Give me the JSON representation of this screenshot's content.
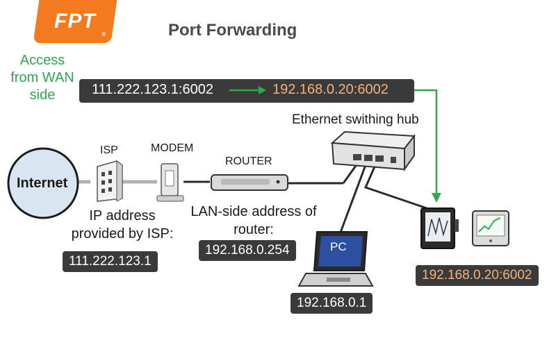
{
  "logo": {
    "text": "FPT",
    "mark": "®"
  },
  "title": "Port Forwarding",
  "wan_note": "Access from WAN side",
  "wan_address": "111.222.123.1:6002",
  "forward_address": "192.168.0.20:6002",
  "labels": {
    "switch": "Ethernet swithing hub",
    "isp": "ISP",
    "modem": "MODEM",
    "router": "ROUTER",
    "internet": "Internet",
    "isp_ip_caption": "IP address provided by ISP:",
    "router_caption": "LAN-side address of router:",
    "pc": "PC"
  },
  "chips": {
    "isp_ip": "111.222.123.1",
    "router_ip": "192.168.0.254",
    "pc_ip": "192.168.0.1",
    "device_ip": "192.168.0.20:6002"
  },
  "colors": {
    "accent_green": "#2fa84f",
    "address_orange": "#f5b27a",
    "chip_bg": "#3a3a3a",
    "brand_orange": "#f47a20"
  }
}
